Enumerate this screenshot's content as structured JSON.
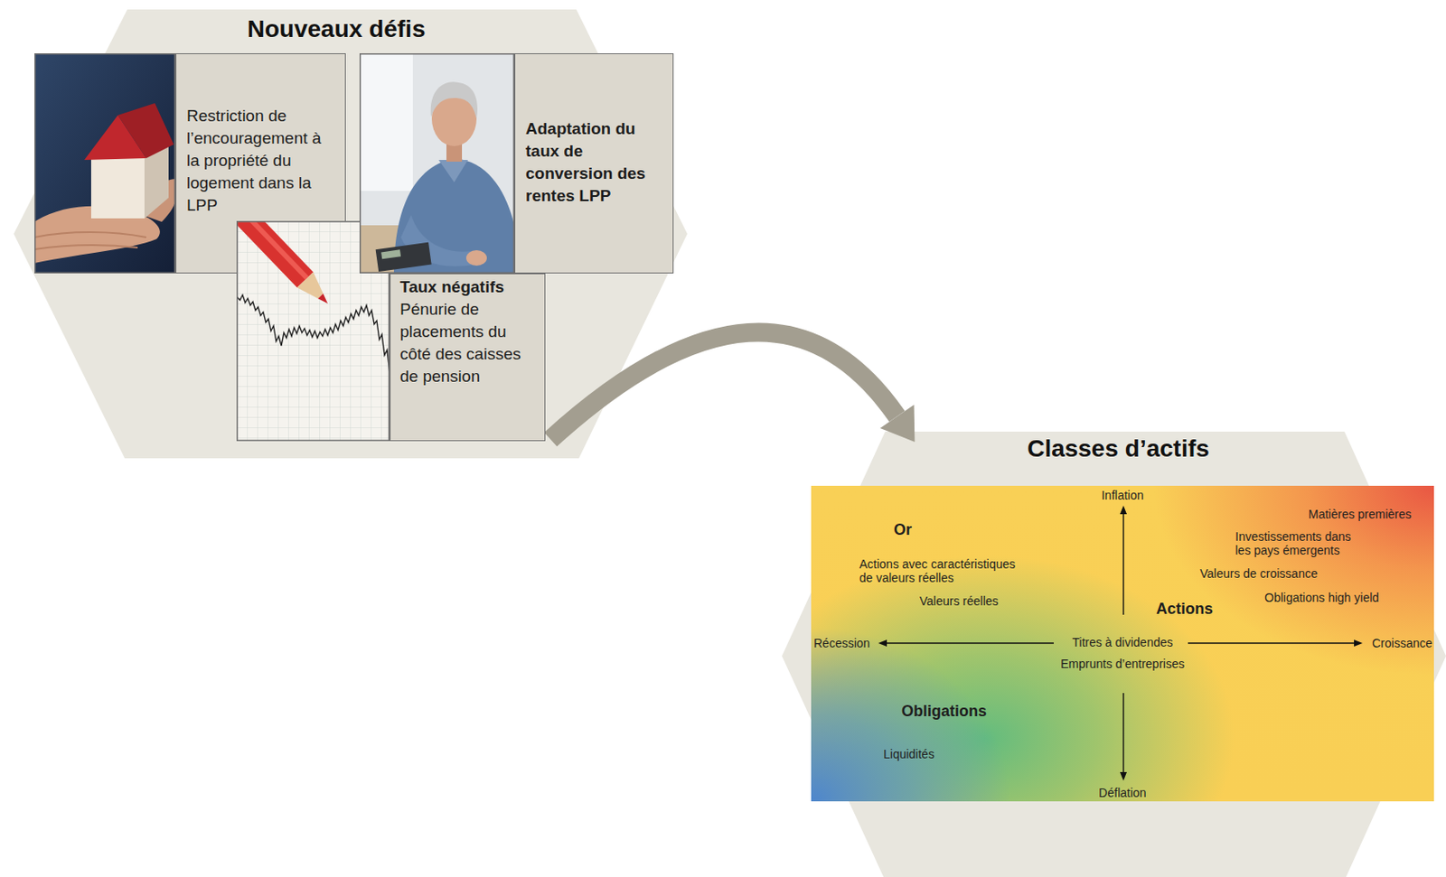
{
  "diagram": {
    "nodes": [
      {
        "text": [
          "Nouveaux défis"
        ]
      },
      {
        "text": [
          "Restriction de l’encouragement à la propriété du logement dans la LPP"
        ],
        "in": 0
      },
      {
        "text": [
          "Adaptation du taux de conversion des rentes LPP"
        ],
        "in": 0
      },
      {
        "text": [
          "Taux négatifs",
          "Pénurie de placements du côté des caisses de pension"
        ],
        "in": 0
      },
      {
        "text": [
          "Classes d’actifs"
        ]
      }
    ],
    "edges": [
      {
        "from": 0,
        "to": 4,
        "arrow": "to"
      }
    ],
    "labels": [
      "Inflation",
      "Or",
      "Matières premières",
      "Investissements dans les pays émergents",
      "Actions avec caractéristiques de valeurs réelles",
      "Valeurs de croissance",
      "Valeurs réelles",
      "Obligations high yield",
      "Actions",
      "Récession",
      "Titres à dividendes",
      "Croissance",
      "Emprunts d’entreprises",
      "Obligations",
      "Liquidités",
      "Déflation"
    ]
  }
}
